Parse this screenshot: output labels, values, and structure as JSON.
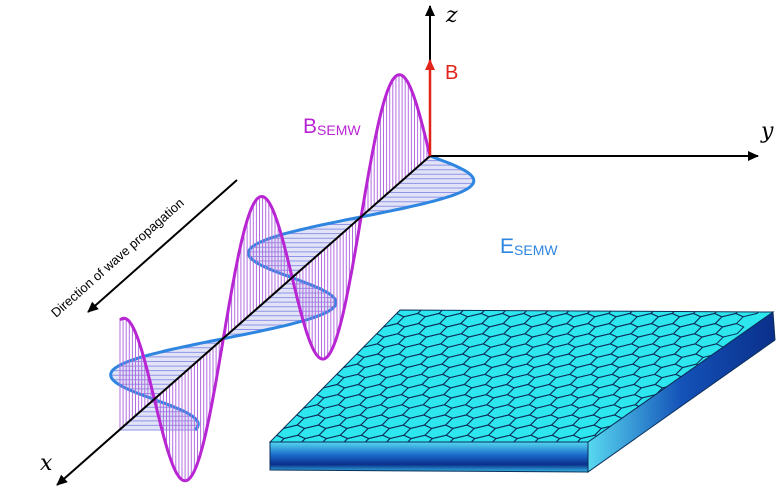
{
  "axes": {
    "x": "x",
    "y": "y",
    "z": "z"
  },
  "b_field": {
    "label": "B"
  },
  "b_wave": {
    "main": "B",
    "sub": "SEMW"
  },
  "e_wave": {
    "main": "E",
    "sub": "SEMW"
  },
  "direction_label": "Direction of wave propagation",
  "colors": {
    "axis": "#000000",
    "b_vector": "#e2231a",
    "b_wave": "#b825d3",
    "e_wave": "#2f86e0",
    "e_fill": "#d9d9f4",
    "hatch_e": "#8f95e6",
    "hatch_b": "#b26ce0",
    "sheet_top": "#2ee6ee",
    "sheet_side_dark": "#0a2f8a",
    "hex_line": "#0b2f5a"
  }
}
